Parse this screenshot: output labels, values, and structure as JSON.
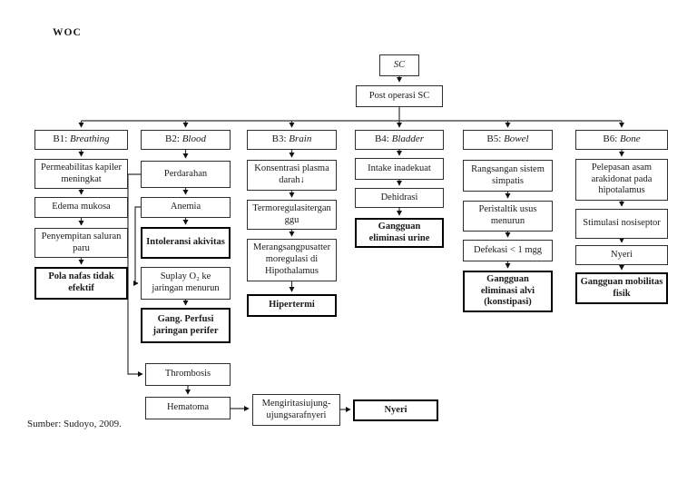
{
  "page": {
    "title": "WOC",
    "source": "Sumber: Sudoyo, 2009."
  },
  "top": {
    "sc": "SC",
    "post_op": "Post operasi SC"
  },
  "columns": {
    "b1": {
      "prefix": "B1: ",
      "name": "Breathing",
      "n1": "Permeabilitas kapiler meningkat",
      "n2": "Edema mukosa",
      "n3": "Penyempitan saluran paru",
      "outcome": "Pola nafas tidak efektif"
    },
    "b2": {
      "prefix": "B2: ",
      "name": "Blood",
      "n1": "Perdarahan",
      "n2": "Anemia",
      "outcome1": "Intoleransi akivitas",
      "n3": "Suplay O₂ ke jaringan menurun",
      "outcome2": "Gang. Perfusi jaringan perifer",
      "n4": "Thrombosis",
      "n5": "Hematoma"
    },
    "b3": {
      "prefix": "B3: ",
      "name": "Brain",
      "n1": "Konsentrasi plasma darah↓",
      "n2": "Termoregulasiterganggu",
      "n3": "Merangsangpusattermoregulasi di Hipothalamus",
      "outcome": "Hipertermi"
    },
    "b4": {
      "prefix": "B4: ",
      "name": "Bladder",
      "n1": "Intake inadekuat",
      "n2": "Dehidrasi",
      "outcome": "Gangguan eliminasi urine"
    },
    "b5": {
      "prefix": "B5: ",
      "name": "Bowel",
      "n1": "Rangsangan sistem simpatis",
      "n2": "Peristaltik usus menurun",
      "n3": "Defekasi < 1 mgg",
      "outcome": "Gangguan eliminasi alvi (konstipasi)"
    },
    "b6": {
      "prefix": "B6: ",
      "name": "Bone",
      "n1": "Pelepasan asam arakidonat pada hipotalamus",
      "n2": "Stimulasi nosiseptor",
      "n3": "Nyeri",
      "outcome": "Gangguan mobilitas fisik"
    }
  },
  "bottom": {
    "irritation": "Mengiritasiujung-ujungsarafnyeri",
    "nyeri": "Nyeri"
  }
}
